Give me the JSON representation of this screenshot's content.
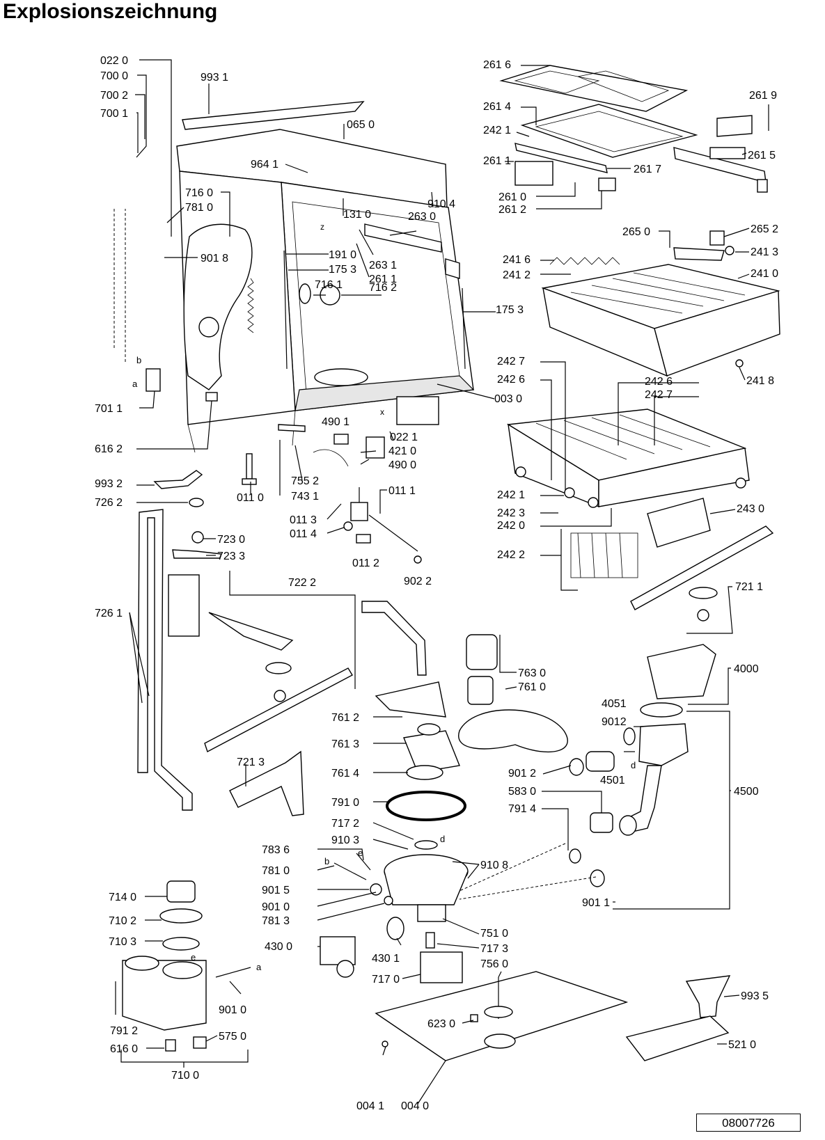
{
  "title": "Explosionszeichnung",
  "document_number": "08007726",
  "part_labels": {
    "p0220": "022 0",
    "p7000": "700 0",
    "p7002": "700 2",
    "p7001": "700 1",
    "p9931": "993 1",
    "p0650": "065 0",
    "p9641": "964 1",
    "p7160": "716 0",
    "p7810a": "781 0",
    "p9018": "901 8",
    "p1310": "131 0",
    "p9104": "910 4",
    "p2630": "263 0",
    "p1910": "191 0",
    "p1753a": "175 3",
    "p2631": "263 1",
    "p2611b": "261 1",
    "p7161": "716 1",
    "p7162": "716 2",
    "p1753b": "175 3",
    "p0030": "003 0",
    "p7011": "701 1",
    "p6162": "616 2",
    "p4901": "490 1",
    "p0221": "022 1",
    "p4210": "421 0",
    "p4900": "490 0",
    "p9932": "993 2",
    "p0110": "011 0",
    "p7552": "755 2",
    "p7431": "743 1",
    "p0111": "011 1",
    "p0113": "011 3",
    "p0114": "011 4",
    "p0112": "011 2",
    "p9022": "902 2",
    "p7262": "726 2",
    "p7230": "723 0",
    "p7233": "723 3",
    "p7222": "722 2",
    "p7261": "726 1",
    "p7213": "721 3",
    "p2616": "261 6",
    "p2619": "261 9",
    "p2614": "261 4",
    "p2421a": "242 1",
    "p2615": "261 5",
    "p2611a": "261 1",
    "p2617": "261 7",
    "p2610": "261 0",
    "p2612": "261 2",
    "p2650": "265 0",
    "p2652": "265 2",
    "p2416": "241 6",
    "p2413": "241 3",
    "p2412": "241 2",
    "p2410": "241 0",
    "p2418": "241 8",
    "p2427a": "242 7",
    "p2426a": "242 6",
    "p2426b": "242 6",
    "p2427b": "242 7",
    "p2421b": "242 1",
    "p2423": "242 3",
    "p2420": "242 0",
    "p2430": "243 0",
    "p2422": "242 2",
    "p7211": "721 1",
    "p7630": "763 0",
    "p7610": "761 0",
    "p4000": "4000",
    "p7612": "761 2",
    "p4051": "4051",
    "p9012": "9012",
    "p7613": "761 3",
    "p9012b": "901 2",
    "p4501": "4501",
    "p7614": "761 4",
    "p4500": "4500",
    "p5830": "583 0",
    "p7910": "791 0",
    "p7914": "791 4",
    "p7172": "717 2",
    "p9103": "910 3",
    "p9108": "910 8",
    "p7836": "783 6",
    "p7810b": "781 0",
    "p9015": "901 5",
    "p9010a": "901 0",
    "p7813": "781 3",
    "p9011": "901 1",
    "p7140": "714 0",
    "p7102": "710 2",
    "p7103": "710 3",
    "p7510": "751 0",
    "p4300": "430 0",
    "p4301": "430 1",
    "p7173": "717 3",
    "p7560": "756 0",
    "p7170": "717 0",
    "p9935": "993 5",
    "p9010b": "901 0",
    "p7912": "791 2",
    "p5750": "575 0",
    "p6160": "616 0",
    "p6230": "623 0",
    "p5210": "521 0",
    "p7100": "710 0",
    "p0041": "004 1",
    "p0040": "004 0"
  },
  "letter_marks": {
    "b1": "b",
    "a1": "a",
    "z1": "z",
    "x1": "x",
    "d1": "d",
    "d2": "d",
    "e1": "e",
    "b2": "b",
    "e2": "e",
    "a2": "a"
  }
}
